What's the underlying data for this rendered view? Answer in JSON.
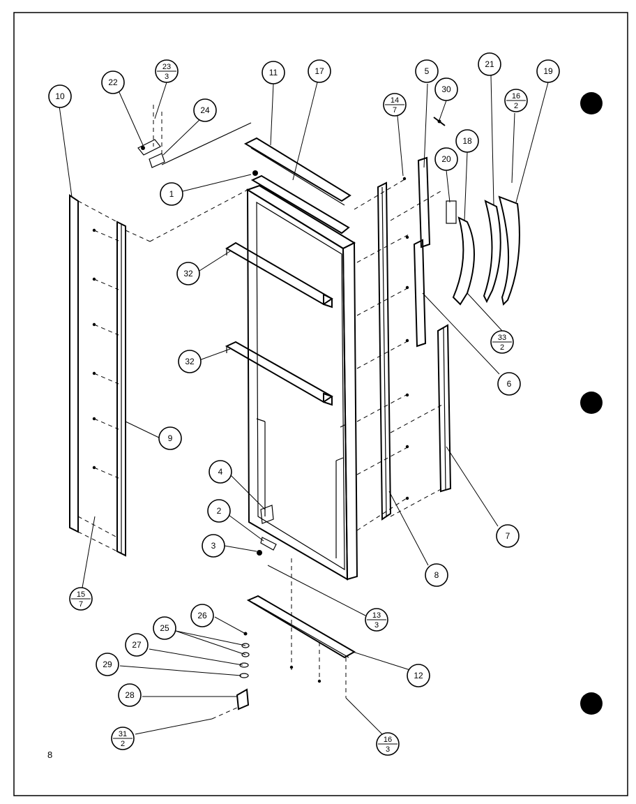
{
  "page_number": "8",
  "colors": {
    "ink": "#000000",
    "paper": "#ffffff"
  },
  "callouts": [
    {
      "id": "c10",
      "label": "10"
    },
    {
      "id": "c22",
      "label": "22"
    },
    {
      "id": "c23",
      "label": "23",
      "sub": "3"
    },
    {
      "id": "c24",
      "label": "24"
    },
    {
      "id": "c11",
      "label": "11"
    },
    {
      "id": "c17",
      "label": "17"
    },
    {
      "id": "c1",
      "label": "1"
    },
    {
      "id": "c32a",
      "label": "32"
    },
    {
      "id": "c32b",
      "label": "32"
    },
    {
      "id": "c9",
      "label": "9"
    },
    {
      "id": "c4",
      "label": "4"
    },
    {
      "id": "c2",
      "label": "2"
    },
    {
      "id": "c3",
      "label": "3"
    },
    {
      "id": "c15",
      "label": "15",
      "sub": "7"
    },
    {
      "id": "c14",
      "label": "14",
      "sub": "7"
    },
    {
      "id": "c5",
      "label": "5"
    },
    {
      "id": "c30",
      "label": "30"
    },
    {
      "id": "c21",
      "label": "21"
    },
    {
      "id": "c16a",
      "label": "16",
      "sub": "2"
    },
    {
      "id": "c19",
      "label": "19"
    },
    {
      "id": "c18",
      "label": "18"
    },
    {
      "id": "c20",
      "label": "20"
    },
    {
      "id": "c33",
      "label": "33",
      "sub": "2"
    },
    {
      "id": "c6",
      "label": "6"
    },
    {
      "id": "c7",
      "label": "7"
    },
    {
      "id": "c8",
      "label": "8"
    },
    {
      "id": "c13",
      "label": "13",
      "sub": "3"
    },
    {
      "id": "c12",
      "label": "12"
    },
    {
      "id": "c26",
      "label": "26"
    },
    {
      "id": "c25",
      "label": "25"
    },
    {
      "id": "c27",
      "label": "27"
    },
    {
      "id": "c29",
      "label": "29"
    },
    {
      "id": "c28",
      "label": "28"
    },
    {
      "id": "c31",
      "label": "31",
      "sub": "2"
    },
    {
      "id": "c16b",
      "label": "16",
      "sub": "3"
    }
  ]
}
